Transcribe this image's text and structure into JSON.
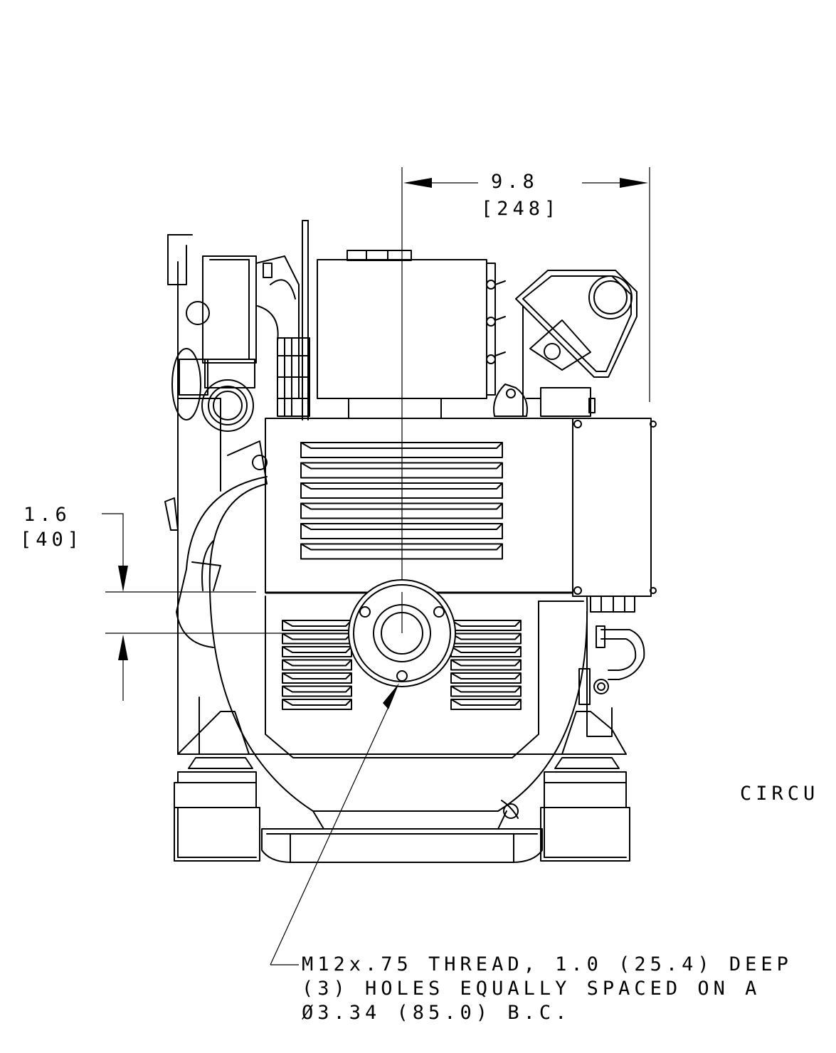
{
  "dimensions": {
    "horizontal": {
      "value": "9.8",
      "metric": "[248]"
    },
    "vertical": {
      "value": "1.6",
      "metric": "[40]"
    }
  },
  "side_label": "CIRCU",
  "callout": {
    "line1": "M12x.75 THREAD, 1.0 (25.4) DEEP",
    "line2": "(3) HOLES EQUALLY SPACED ON A",
    "line3": "Ø3.34 (85.0) B.C."
  }
}
